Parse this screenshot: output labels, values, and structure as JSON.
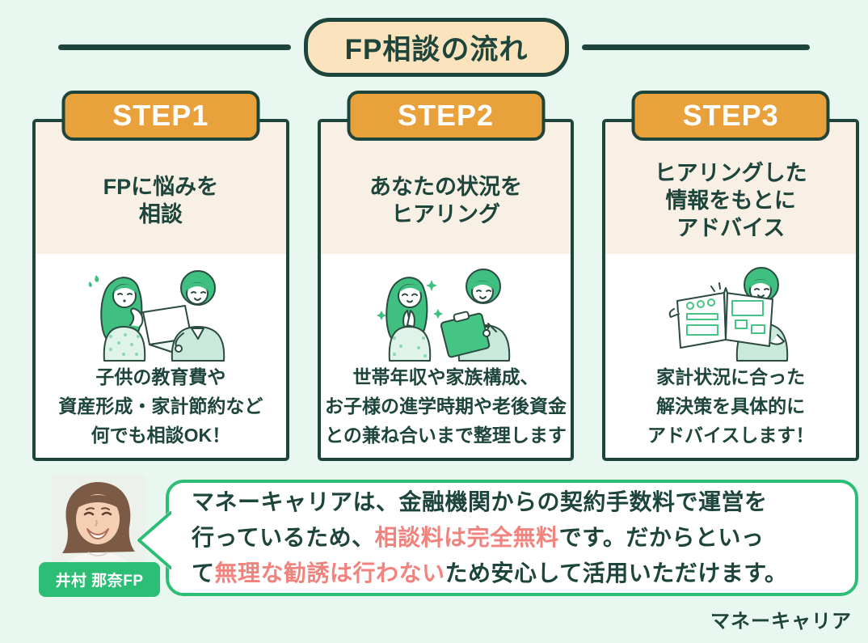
{
  "colors": {
    "background": "#E9F7F1",
    "dark_green": "#1E453B",
    "orange": "#E9A13C",
    "pill_cream": "#FAE3BD",
    "card_cream": "#F8EFE5",
    "emerald": "#2DBE76",
    "highlight_red": "#F0837D",
    "illustration_green": "#3FBF80"
  },
  "header": {
    "title": "FP相談の流れ"
  },
  "steps": [
    {
      "badge": "STEP1",
      "title_lines": [
        "FPに悩みを",
        "相談"
      ],
      "desc_lines": [
        "子供の教育費や",
        "資産形成・家計節約など",
        "何でも相談OK！"
      ],
      "illustration": "two-women-laptop-consultation-illustration"
    },
    {
      "badge": "STEP2",
      "title_lines": [
        "あなたの状況を",
        "ヒアリング"
      ],
      "desc_lines": [
        "世帯年収や家族構成、",
        "お子様の進学時期や老後資金",
        "との兼ね合いまで整理します"
      ],
      "illustration": "two-women-clipboard-hearing-illustration"
    },
    {
      "badge": "STEP3",
      "title_lines": [
        "ヒアリングした",
        "情報をもとに",
        "アドバイス"
      ],
      "desc_lines": [
        "家計状況に合った",
        "解決策を具体的に",
        "アドバイスします！"
      ],
      "illustration": "woman-presenting-booklet-illustration"
    }
  ],
  "advisor": {
    "name": "井村 那奈FP",
    "photo": "female-advisor-portrait-photo"
  },
  "speech": {
    "lines": [
      {
        "pre": "マネーキャリアは、金融機関からの契約手数料で運営を",
        "red": "",
        "post": ""
      },
      {
        "pre": "行っているため、",
        "red": "相談料は完全無料",
        "post": "です。だからといっ"
      },
      {
        "pre": "て",
        "red": "無理な勧誘は行わない",
        "post": "ため安心して活用いただけます。"
      }
    ]
  },
  "footer": {
    "logo": "マネーキャリア"
  }
}
